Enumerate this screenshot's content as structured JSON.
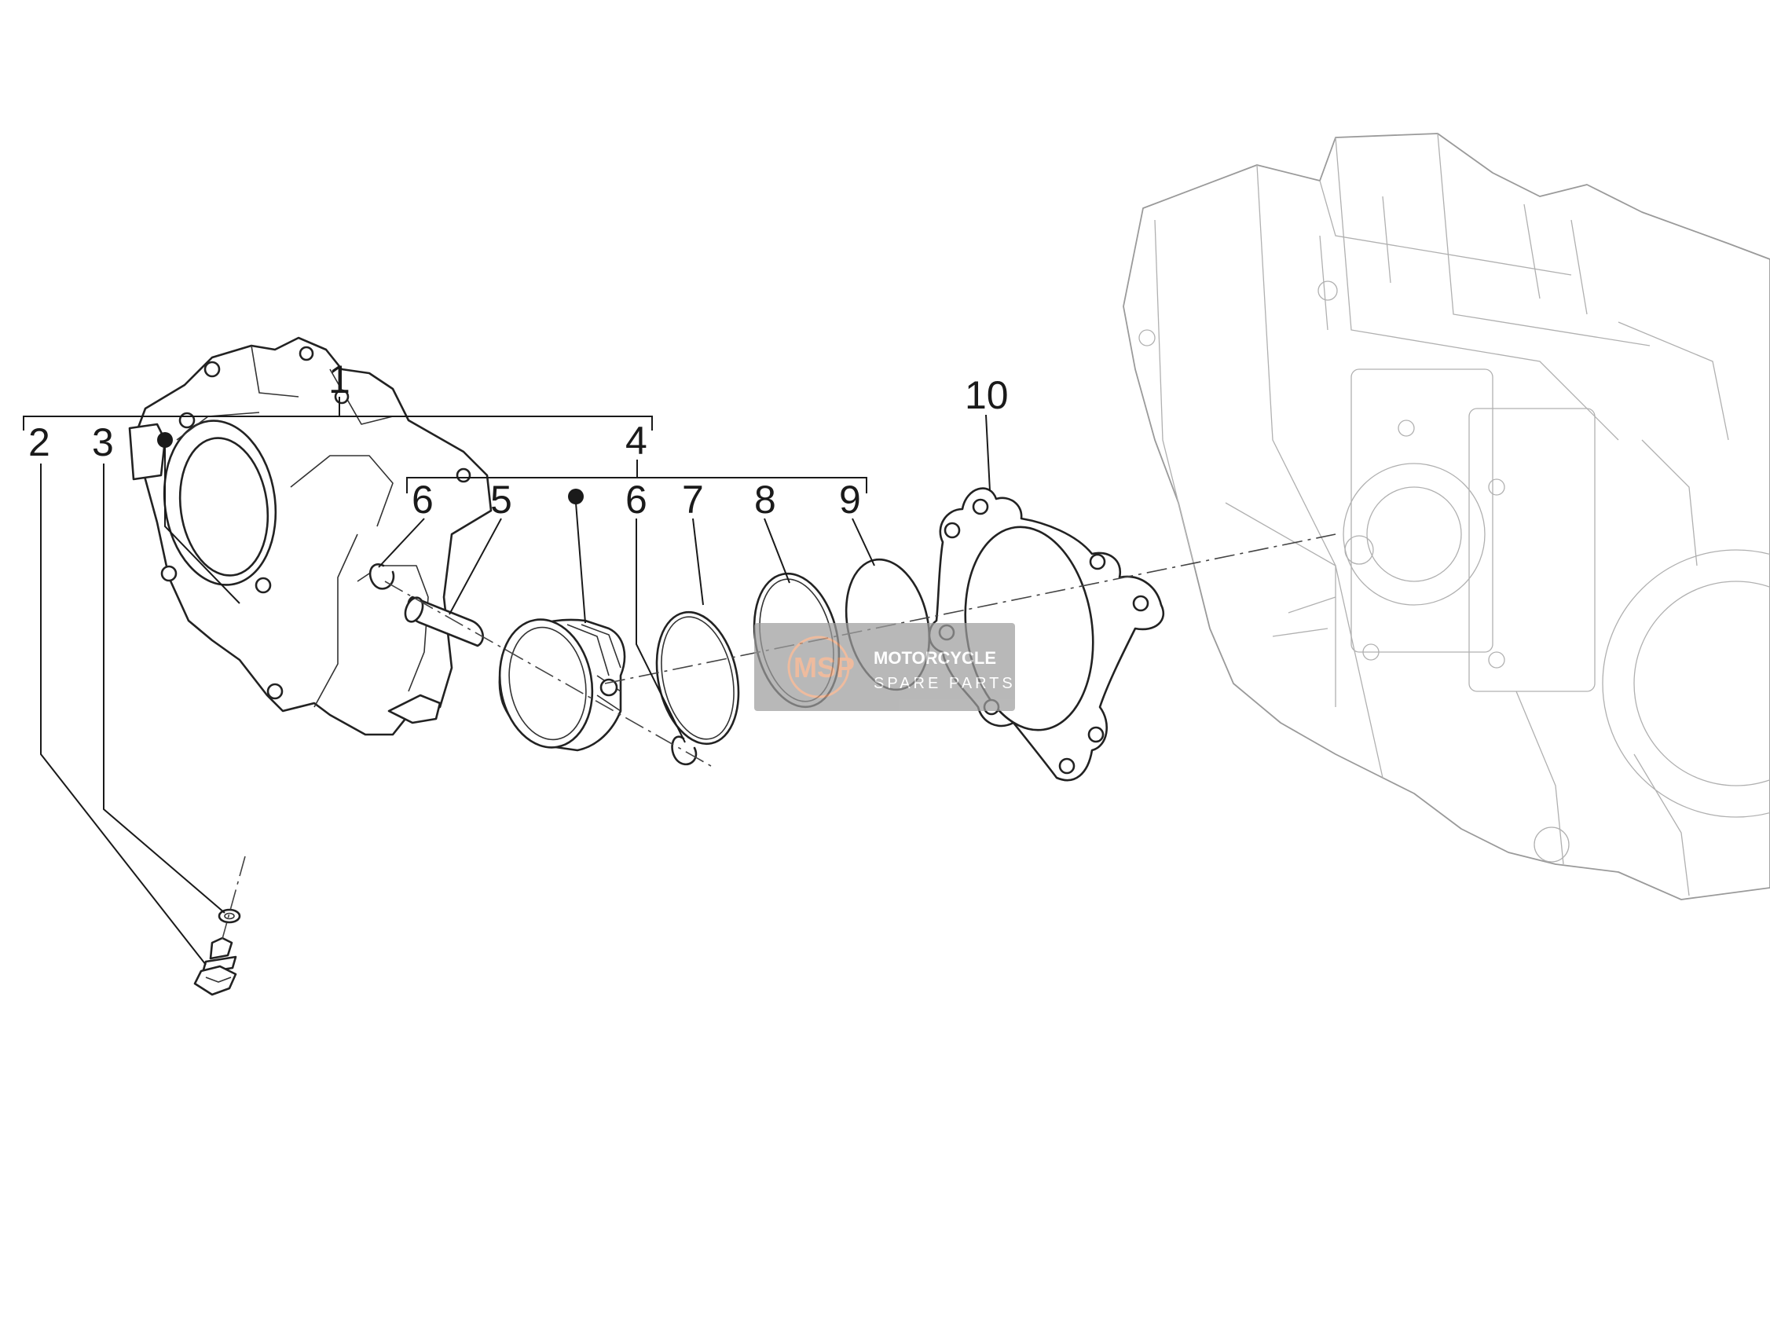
{
  "callouts": {
    "c1": "1",
    "c2": "2",
    "c3": "3",
    "c4": "4",
    "c5": "5",
    "c6a": "6",
    "c6b": "6",
    "c7": "7",
    "c8": "8",
    "c9": "9",
    "c10": "10"
  },
  "watermark": {
    "logo": "MSP",
    "line1": "MOTORCYCLE",
    "line2": "SPARE PARTS"
  },
  "colors": {
    "line": "#1a1a1a",
    "engine_outline": "#9a9a9a",
    "watermark_bg": "#9e9e9e",
    "watermark_logo": "#e8a27a"
  }
}
